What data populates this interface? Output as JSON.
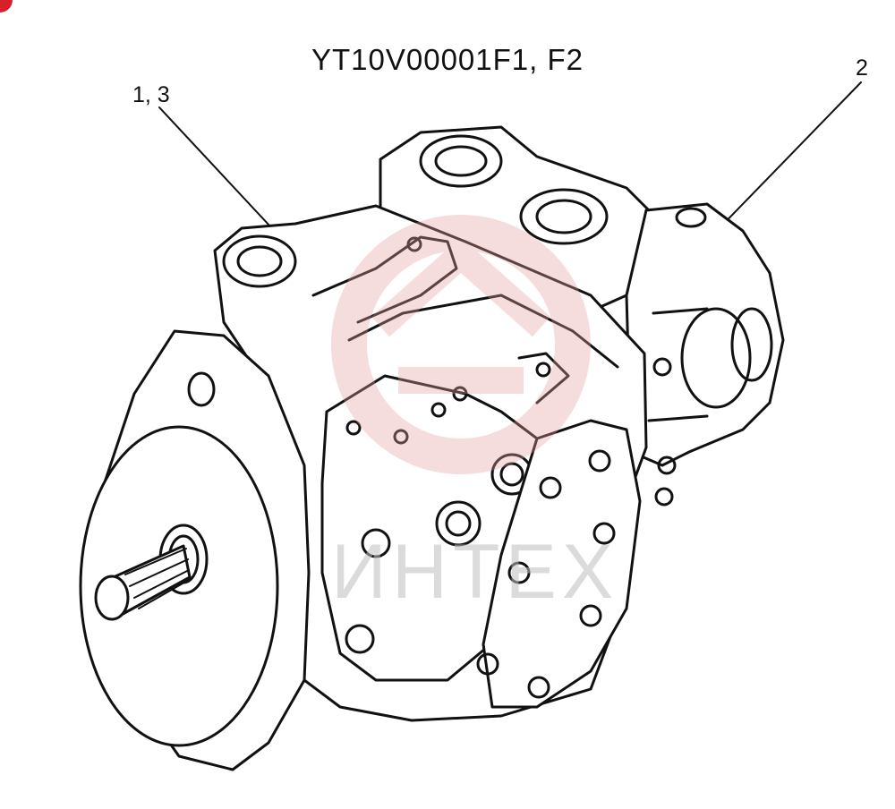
{
  "title": "YT10V00001F1, F2",
  "callouts": {
    "part_a": "1, 3",
    "part_b": "2"
  },
  "watermark": {
    "text": "ИНТЕХ",
    "color": "#e8a0a0"
  },
  "accent_color": "#d8202a"
}
